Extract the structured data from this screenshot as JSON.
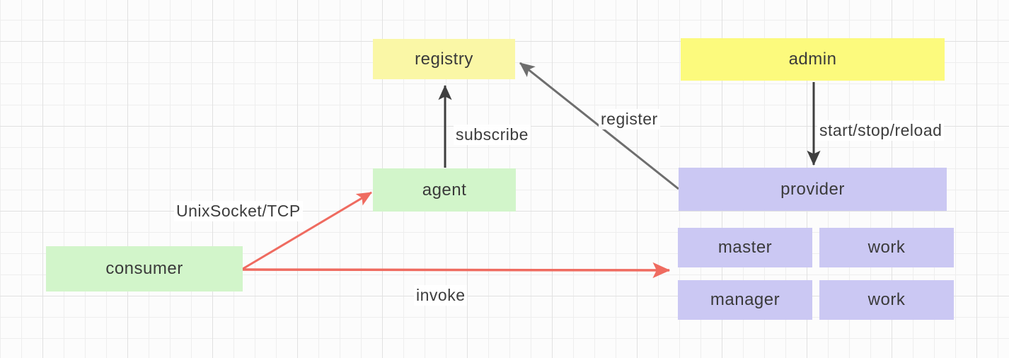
{
  "canvas": {
    "background": "#FCFCFC",
    "grid_minor_color": "#EEEEEE",
    "grid_major_color": "#E1E1E1",
    "text_color": "#3A3A3A"
  },
  "nodes": {
    "registry": {
      "label": "registry",
      "fill": "#FAF7A6"
    },
    "admin": {
      "label": "admin",
      "fill": "#FCFA7D"
    },
    "agent": {
      "label": "agent",
      "fill": "#D2F5CA"
    },
    "consumer": {
      "label": "consumer",
      "fill": "#D2F5CA"
    },
    "provider": {
      "label": "provider",
      "fill": "#CBC8F3"
    },
    "master": {
      "label": "master",
      "fill": "#CBC8F3"
    },
    "work_top": {
      "label": "work",
      "fill": "#CBC8F3"
    },
    "manager": {
      "label": "manager",
      "fill": "#CBC8F3"
    },
    "work_bottom": {
      "label": "work",
      "fill": "#CBC8F3"
    }
  },
  "edges": {
    "subscribe": {
      "label": "subscribe",
      "from": "agent",
      "to": "registry",
      "color": "#3F3F3F"
    },
    "register": {
      "label": "register",
      "from": "provider",
      "to": "registry",
      "color": "#6E6E6E"
    },
    "start_stop_reload": {
      "label": "start/stop/reload",
      "from": "admin",
      "to": "provider",
      "color": "#3F3F3F"
    },
    "unixsocket_tcp": {
      "label": "UnixSocket/TCP",
      "from": "consumer",
      "to": "agent",
      "color": "#EF6B60"
    },
    "invoke": {
      "label": "invoke",
      "from": "consumer",
      "to": "master",
      "color": "#EF6B60"
    }
  }
}
